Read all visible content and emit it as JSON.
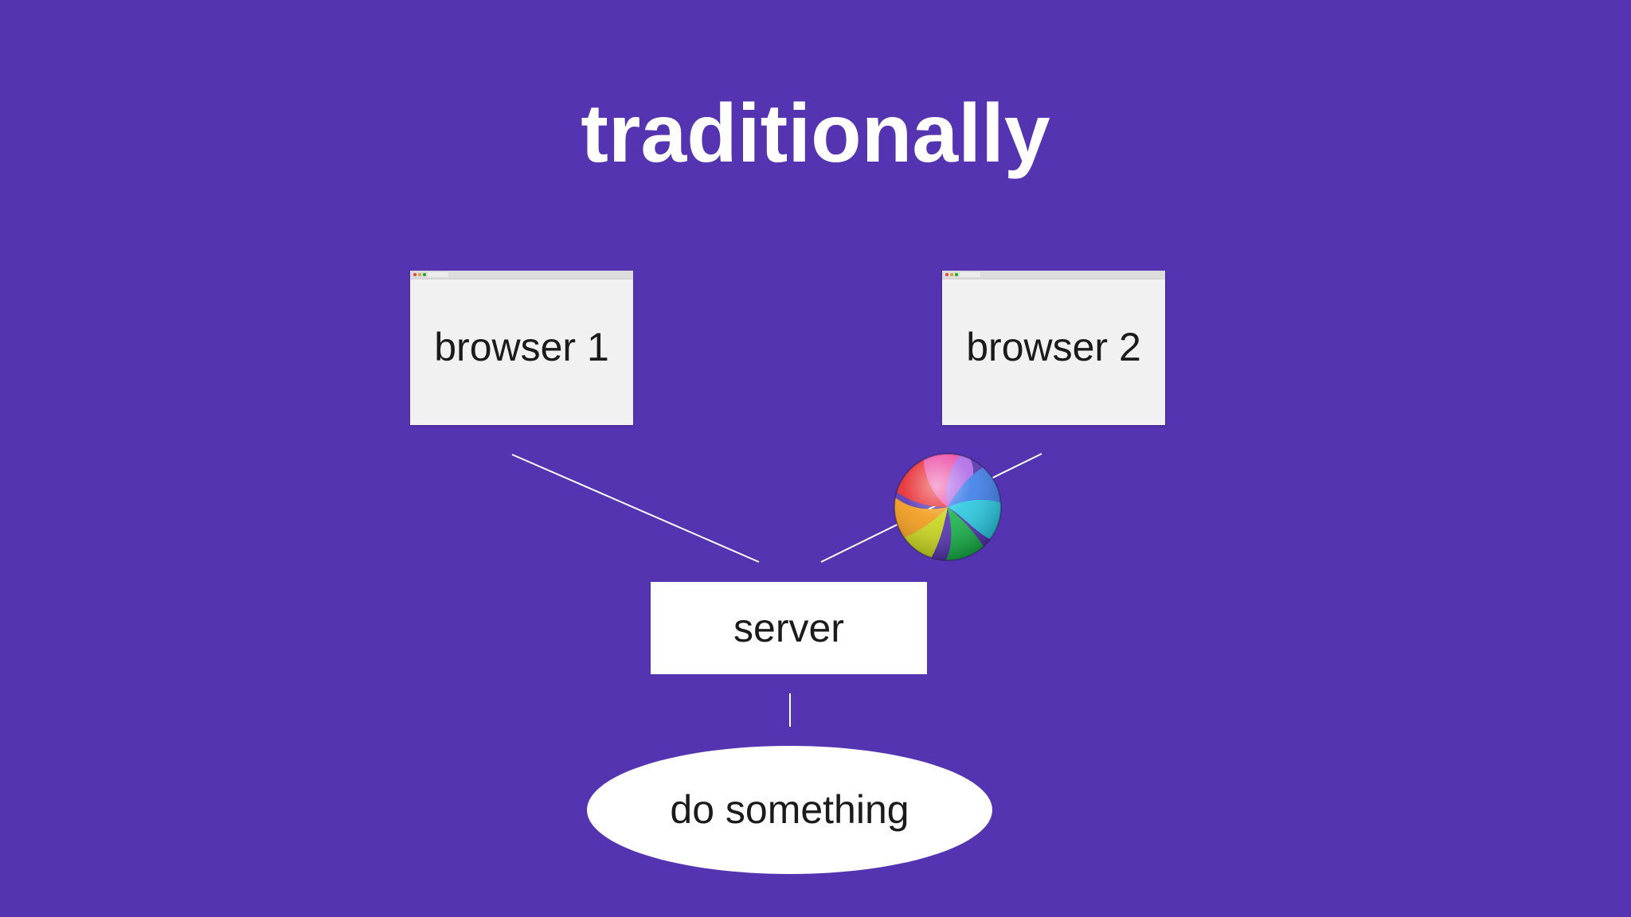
{
  "title": "traditionally",
  "nodes": {
    "browser_1": "browser 1",
    "browser_2": "browser 2",
    "server": "server",
    "action": "do something"
  },
  "icons": {
    "browser_window": "browser-window-icon",
    "busy": "spinning-beach-ball-icon"
  },
  "colors": {
    "background": "#5534b1",
    "node_fill": "#ffffff",
    "browser_fill": "#f1f1f1",
    "text": "#1b1b1b",
    "connector": "#ffffff"
  }
}
